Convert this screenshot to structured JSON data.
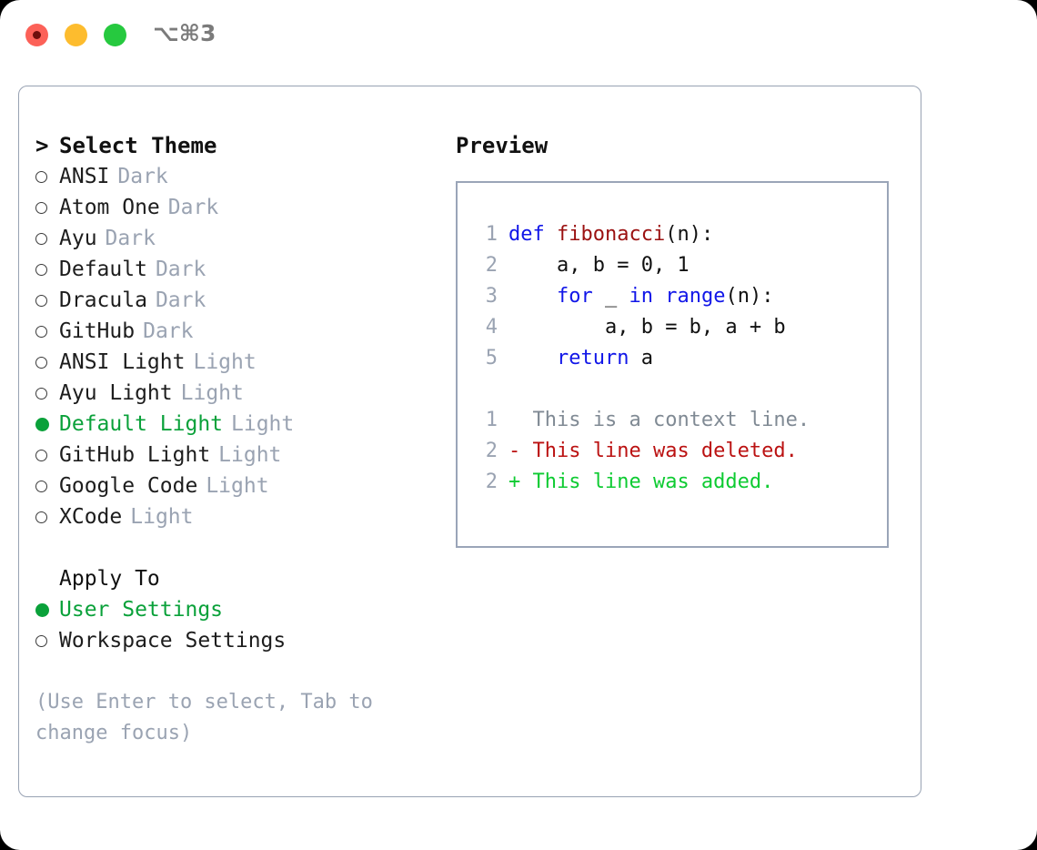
{
  "window": {
    "title_shortcut": "⌥⌘3",
    "controls": [
      {
        "name": "close",
        "color": "#fc6158"
      },
      {
        "name": "minimize",
        "color": "#fdbc2e"
      },
      {
        "name": "maximize",
        "color": "#26c93f"
      }
    ]
  },
  "theme_picker": {
    "header": "Select Theme",
    "caret": ">",
    "marker_selected": "●",
    "marker_unselected": "○",
    "accent_color": "#0aa13a",
    "tag_color": "#9aa3b2",
    "items": [
      {
        "label": "ANSI",
        "tag": "Dark",
        "selected": false
      },
      {
        "label": "Atom One",
        "tag": "Dark",
        "selected": false
      },
      {
        "label": "Ayu",
        "tag": "Dark",
        "selected": false
      },
      {
        "label": "Default",
        "tag": "Dark",
        "selected": false
      },
      {
        "label": "Dracula",
        "tag": "Dark",
        "selected": false
      },
      {
        "label": "GitHub",
        "tag": "Dark",
        "selected": false
      },
      {
        "label": "ANSI Light",
        "tag": "Light",
        "selected": false
      },
      {
        "label": "Ayu Light",
        "tag": "Light",
        "selected": false
      },
      {
        "label": "Default Light",
        "tag": "Light",
        "selected": true
      },
      {
        "label": "GitHub Light",
        "tag": "Light",
        "selected": false
      },
      {
        "label": "Google Code",
        "tag": "Light",
        "selected": false
      },
      {
        "label": "XCode",
        "tag": "Light",
        "selected": false
      }
    ]
  },
  "apply_to": {
    "header": "Apply To",
    "items": [
      {
        "label": "User Settings",
        "selected": true
      },
      {
        "label": "Workspace Settings",
        "selected": false
      }
    ]
  },
  "hint": "(Use Enter to select, Tab to change focus)",
  "preview": {
    "title": "Preview",
    "code_lines": [
      {
        "lineno": "1",
        "indent": "",
        "tokens": [
          {
            "text": "def",
            "type": "kw"
          },
          {
            "text": " ",
            "type": "txt"
          },
          {
            "text": "fibonacci",
            "type": "fn"
          },
          {
            "text": "(n):",
            "type": "txt"
          }
        ]
      },
      {
        "lineno": "2",
        "indent": "    ",
        "tokens": [
          {
            "text": "a, b = 0, 1",
            "type": "txt"
          }
        ]
      },
      {
        "lineno": "3",
        "indent": "    ",
        "tokens": [
          {
            "text": "for",
            "type": "kw"
          },
          {
            "text": " _ ",
            "type": "txt"
          },
          {
            "text": "in",
            "type": "kw"
          },
          {
            "text": " ",
            "type": "txt"
          },
          {
            "text": "range",
            "type": "kw"
          },
          {
            "text": "(n):",
            "type": "txt"
          }
        ]
      },
      {
        "lineno": "4",
        "indent": "        ",
        "tokens": [
          {
            "text": "a, b = b, a + b",
            "type": "txt"
          }
        ]
      },
      {
        "lineno": "5",
        "indent": "    ",
        "tokens": [
          {
            "text": "return",
            "type": "kw"
          },
          {
            "text": " a",
            "type": "txt"
          }
        ]
      }
    ],
    "diff_lines": [
      {
        "lineno": "1",
        "sign": " ",
        "text": "This is a context line.",
        "type": "ctx"
      },
      {
        "lineno": "2",
        "sign": "-",
        "text": "This line was deleted.",
        "type": "del"
      },
      {
        "lineno": "2",
        "sign": "+",
        "text": "This line was added.",
        "type": "add"
      }
    ]
  }
}
